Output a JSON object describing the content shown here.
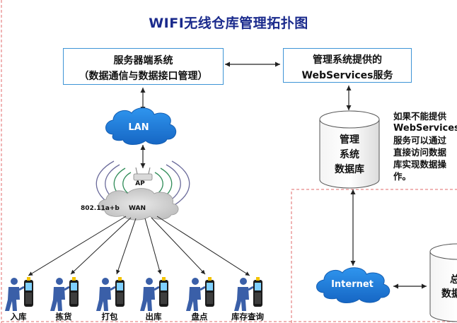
{
  "title": "WIFI无线仓库管理拓扑图",
  "server_box": {
    "line1": "服务器端系统",
    "line2": "（数据通信与数据接口管理）"
  },
  "ws_box": {
    "line1": "管理系统提供的",
    "line2": "WebServices服务"
  },
  "lan_label": "LAN",
  "db": {
    "lines": [
      "管理",
      "系统",
      "数据库"
    ]
  },
  "note": {
    "lines": [
      "如果不能提供",
      "WebServices",
      "服务可以通过",
      "直接访问数据",
      "库实现数据操",
      "作。"
    ]
  },
  "ap_label": "AP",
  "protocol_label": "802.11a+b",
  "wan_label": "WAN",
  "internet_label": "Internet",
  "db2_text": [
    "总",
    "数据"
  ],
  "terminals": [
    "入库",
    "拣货",
    "打包",
    "出库",
    "盘点",
    "库存查询"
  ],
  "colors": {
    "title": "#1a2a8c",
    "box_border": "#3e94d6",
    "cloud_blue": "#1f7fd8",
    "dashed": "#e06a6a",
    "worker": "#3a5fa8"
  }
}
